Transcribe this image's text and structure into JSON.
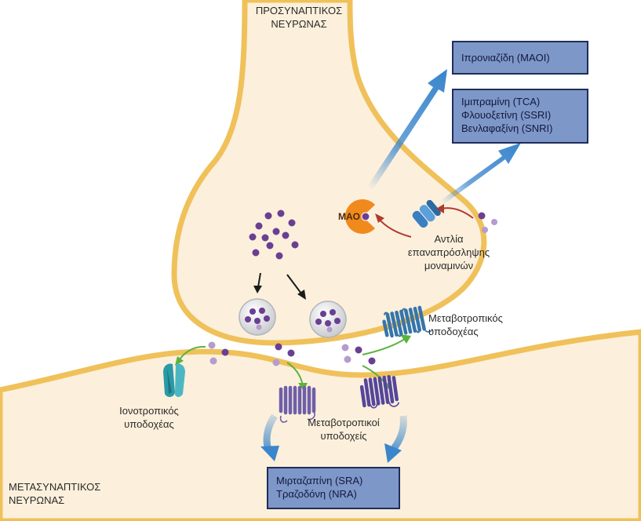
{
  "labels": {
    "presynaptic_line1": "ΠΡΟΣΥΝΑΠΤΙΚΟΣ",
    "presynaptic_line2": "ΝΕΥΡΩΝΑΣ",
    "postsynaptic_line1": "ΜΕΤΑΣΥΝΑΠΤΙΚΟΣ",
    "postsynaptic_line2": "ΝΕΥΡΩΝΑΣ",
    "mao": "MAO",
    "pump_line1": "Αντλία",
    "pump_line2": "επαναπρόσληψης",
    "pump_line3": "μοναμινών",
    "metabotropic_single_line1": "Μεταβοτροπικός",
    "metabotropic_single_line2": "υποδοχέας",
    "ionotropic_line1": "Ιονοτροπικός",
    "ionotropic_line2": "υποδοχέας",
    "metabotropic_plural_line1": "Μεταβοτροπικοί",
    "metabotropic_plural_line2": "υποδοχείς"
  },
  "boxes": {
    "maoi": [
      "Ιπρονιαζίδη (MAOI)"
    ],
    "reuptake": [
      "Ιμιπραμίνη (TCA)",
      "Φλουοξετίνη (SSRI)",
      "Βενλαφαξίνη (SNRI)"
    ],
    "receptor": [
      "Μιρταζαπίνη (SRA)",
      "Τραζοδόνη (NRA)"
    ]
  },
  "colors": {
    "cell_fill": "#fcf0dc",
    "membrane": "#f0c15a",
    "neurotransmitter": "#6a3f92",
    "neurotransmitter_light": "#b69bcf",
    "mao_enzyme": "#f08a1d",
    "reuptake_pump": "#3a7fc2",
    "ionotropic_receptor": "#2a9aa6",
    "metabotropic_blue": "#3775a8",
    "metabotropic_purple": "#6f5fa8",
    "metabotropic_violet": "#55469a",
    "drug_box_fill": "#7d97c9",
    "drug_box_border": "#1f2d5a",
    "big_arrow": "#3a86cc",
    "red_arrow": "#b03a2e",
    "green_arrow": "#5bb33c"
  }
}
